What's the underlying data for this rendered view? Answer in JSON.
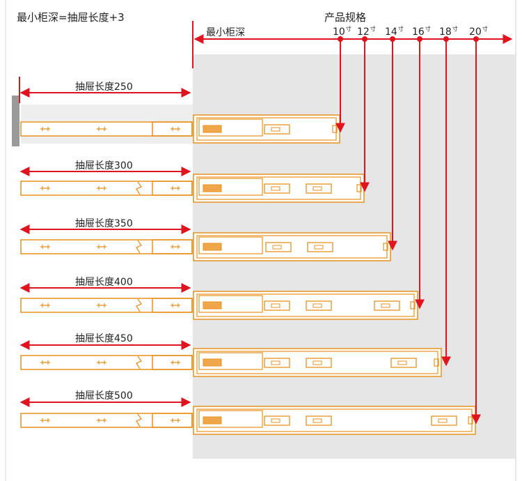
{
  "formula": "最小柜深=抽屉长度+3",
  "spec_title": "产品规格",
  "min_depth_label": "最小柜深",
  "inch_unit": "寸",
  "sizes": [
    "10",
    "12",
    "14",
    "16",
    "18",
    "20"
  ],
  "drawer_lengths": [
    "抽屉长度250",
    "抽屉长度300",
    "抽屉长度350",
    "抽屉长度400",
    "抽屉长度450",
    "抽屉长度500"
  ],
  "colors": {
    "arrow": "#e0141e",
    "rail": "#e8911c",
    "panel": "#e6e6e6",
    "wall": "#9a9a9a",
    "text": "#222222"
  }
}
